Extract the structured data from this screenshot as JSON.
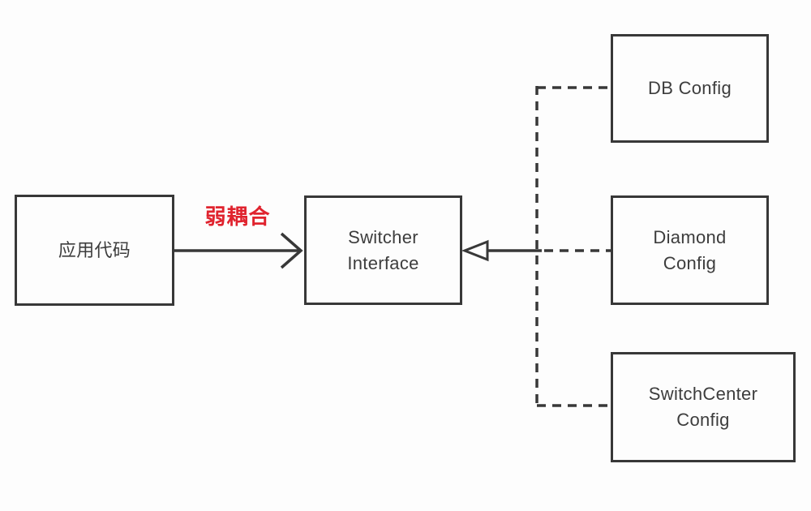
{
  "diagram": {
    "title": "switcher-config-diagram",
    "colors": {
      "background": "#fdfdfd",
      "stroke": "#383838",
      "text": "#3d3d3d",
      "accent_red": "#e0232e"
    },
    "nodes": {
      "app_code": {
        "label": "应用代码"
      },
      "switcher": {
        "label": "Switcher Interface"
      },
      "db_config": {
        "label": "DB Config"
      },
      "diamond": {
        "label": "Diamond Config"
      },
      "switchcenter": {
        "label": "SwitchCenter Config"
      }
    },
    "edges": {
      "weak_coupling_label": "弱耦合"
    }
  }
}
